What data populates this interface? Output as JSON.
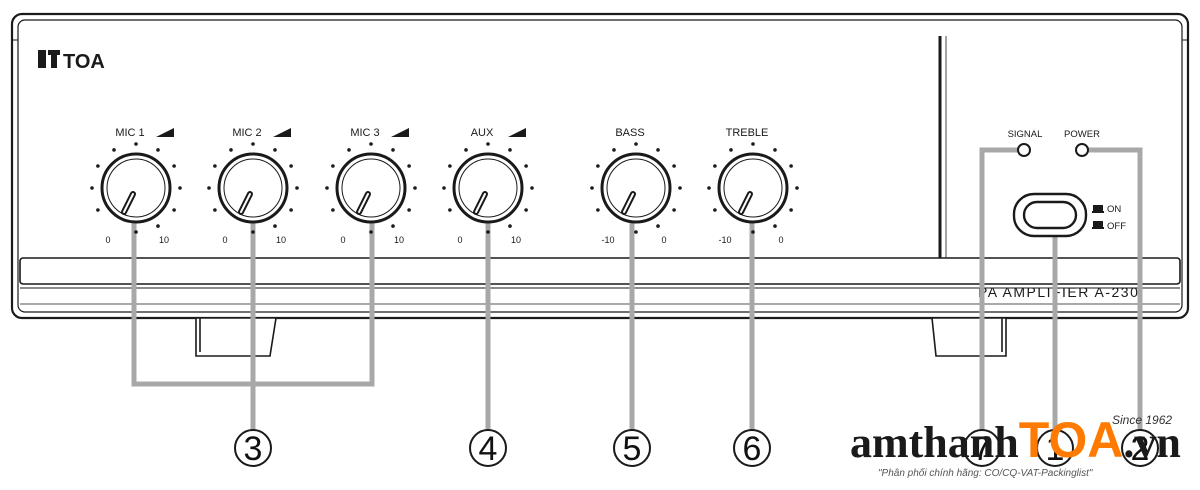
{
  "brand": {
    "logo_text": "TOA"
  },
  "model": "PA AMPLIFIER A-230",
  "knobs": [
    {
      "label": "MIC 1",
      "min": "0",
      "max": "10",
      "has_level_icon": true,
      "callout": "3"
    },
    {
      "label": "MIC 2",
      "min": "0",
      "max": "10",
      "has_level_icon": true,
      "callout": "3"
    },
    {
      "label": "MIC 3",
      "min": "0",
      "max": "10",
      "has_level_icon": true,
      "callout": "3"
    },
    {
      "label": "AUX",
      "min": "0",
      "max": "10",
      "has_level_icon": true,
      "callout": "4"
    },
    {
      "label": "BASS",
      "min": "-10",
      "max": "0",
      "has_level_icon": false,
      "callout": "5"
    },
    {
      "label": "TREBLE",
      "min": "-10",
      "max": "0",
      "has_level_icon": false,
      "callout": "6"
    }
  ],
  "indicators": {
    "signal_label": "SIGNAL",
    "power_label": "POWER"
  },
  "power_switch": {
    "on_label": "ON",
    "off_label": "OFF"
  },
  "callouts": [
    "3",
    "4",
    "5",
    "6",
    "7",
    "1",
    "2"
  ],
  "watermark": {
    "part1": "amthanh",
    "part2": "TOA",
    "part3": ".vn",
    "since": "Since 1962",
    "tagline": "\"Phân phối chính hãng: CO/CQ-VAT-Packinglist\""
  },
  "colors": {
    "outline": "#1a1a1a",
    "leader": "#a8a8a8",
    "watermark_accent": "#ff7a00"
  }
}
